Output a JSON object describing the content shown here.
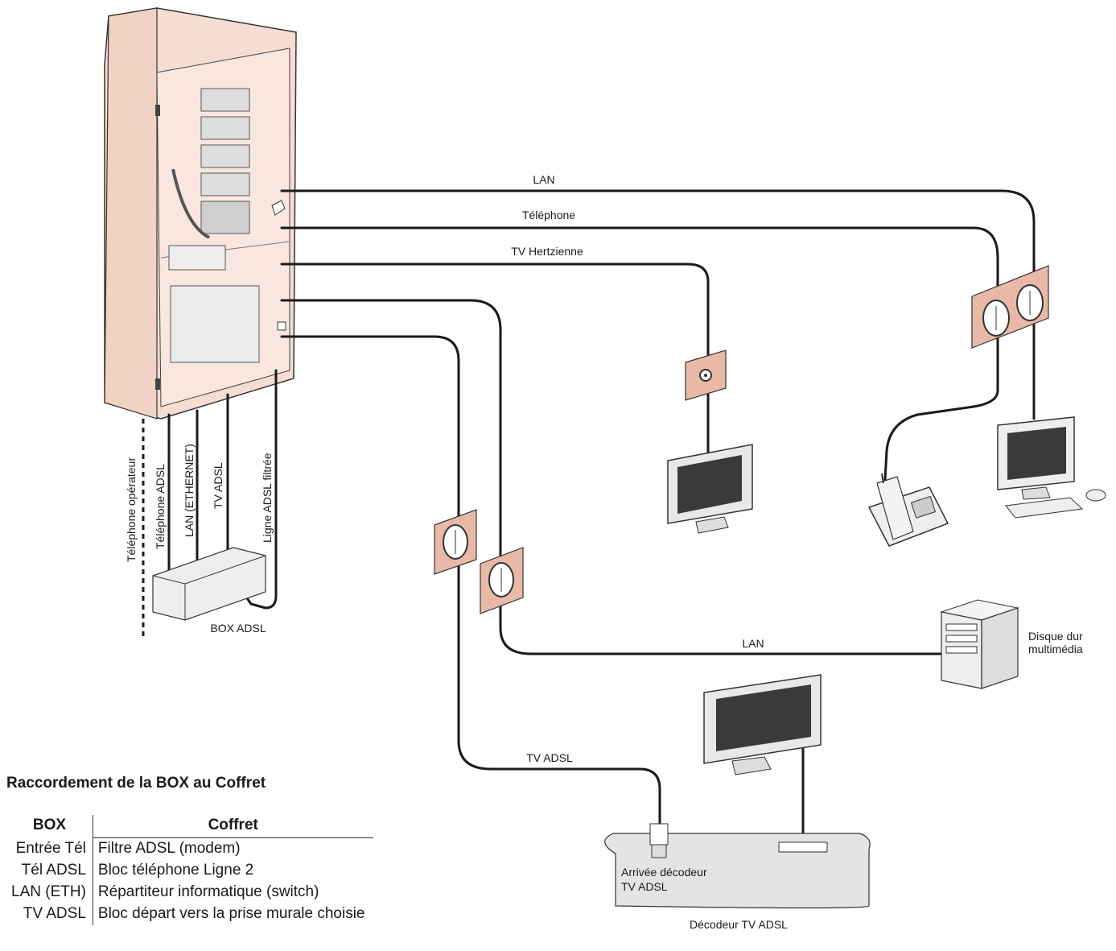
{
  "cable_labels": {
    "lan_top": "LAN",
    "telephone": "Téléphone",
    "tv_hertzienne": "TV Hertzienne",
    "lan_bottom": "LAN",
    "tv_adsl": "TV ADSL"
  },
  "vertical_labels": {
    "telephone_operateur": "Téléphone opérateur",
    "telephone_adsl": "Téléphone ADSL",
    "lan_ethernet": "LAN (ETHERNET)",
    "tv_adsl": "TV ADSL",
    "ligne_adsl_filtree": "Ligne ADSL filtrée"
  },
  "devices": {
    "box_adsl": "BOX ADSL",
    "disque_dur_line1": "Disque dur",
    "disque_dur_line2": "multimédia",
    "arrivee_line1": "Arrivée décodeur",
    "arrivee_line2": "TV ADSL",
    "decodeur": "Décodeur TV ADSL"
  },
  "table": {
    "title": "Raccordement de la BOX au Coffret",
    "headers": [
      "BOX",
      "Coffret"
    ],
    "rows": [
      [
        "Entrée Tél",
        "Filtre ADSL (modem)"
      ],
      [
        "Tél ADSL",
        "Bloc téléphone Ligne 2"
      ],
      [
        "LAN (ETH)",
        "Répartiteur informatique (switch)"
      ],
      [
        "TV ADSL",
        "Bloc départ vers la prise murale choisie"
      ]
    ]
  },
  "colors": {
    "cabinet": "#f6ddd2",
    "socket": "#e9b9a8",
    "cable": "#1a1a1a"
  }
}
